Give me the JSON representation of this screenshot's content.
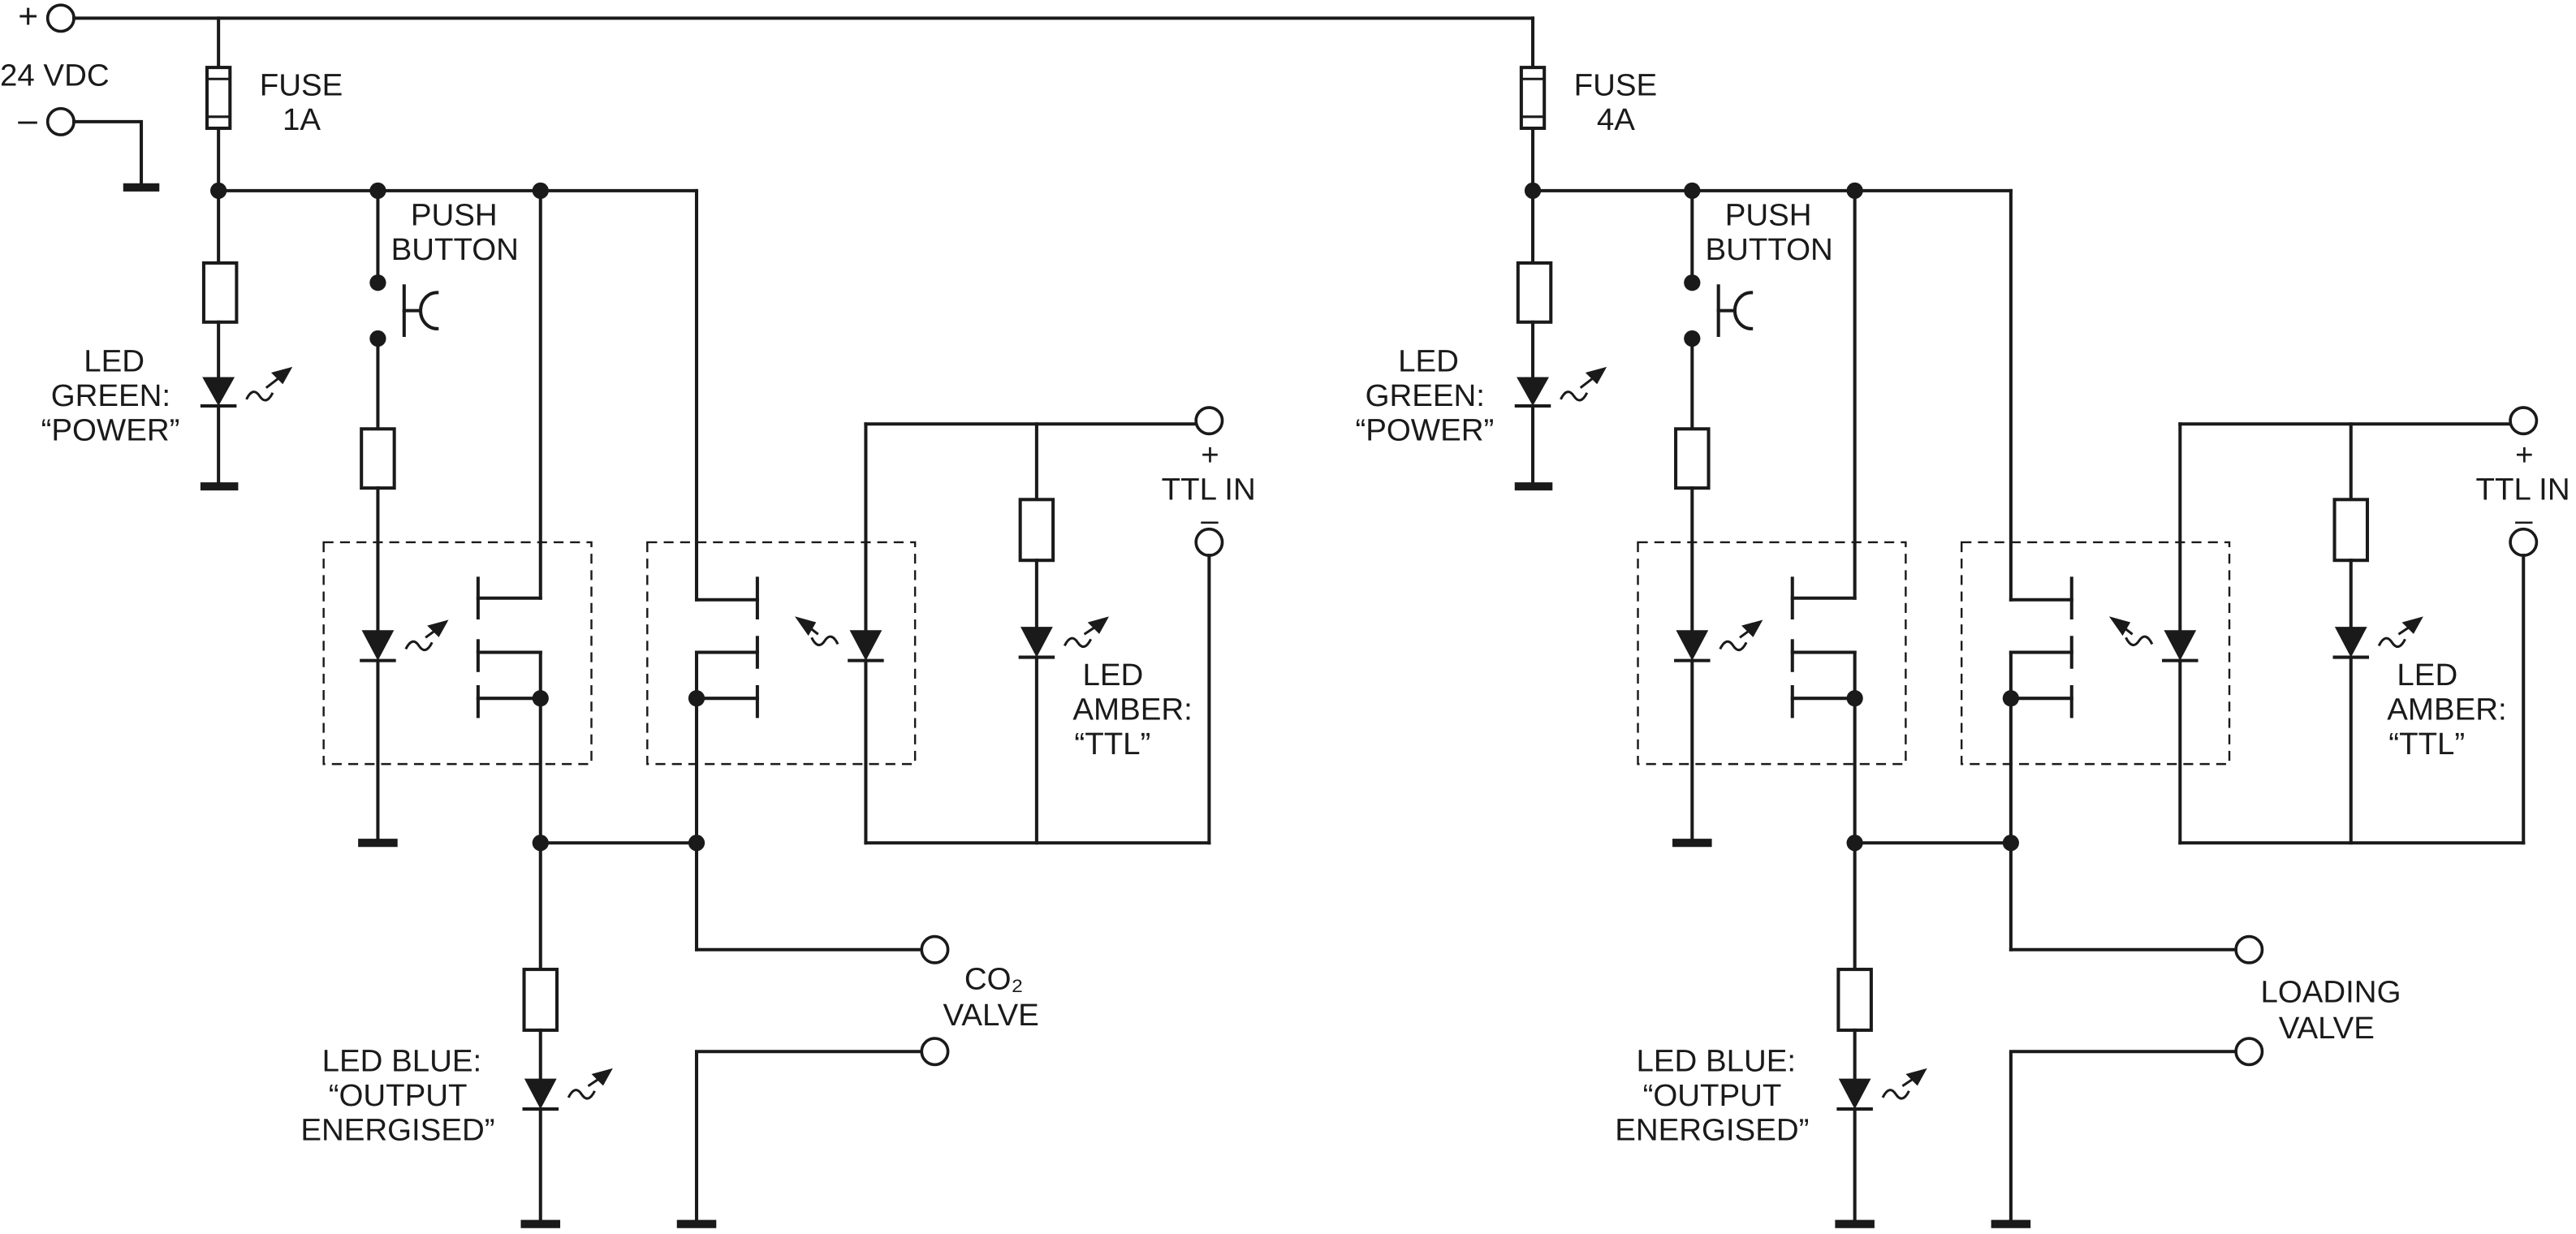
{
  "supply": {
    "plus": "+",
    "voltage": "24 VDC",
    "minus": "–"
  },
  "circuits": [
    {
      "fuse": [
        "FUSE",
        "1A"
      ],
      "push_button": [
        "PUSH",
        "BUTTON"
      ],
      "led_power": [
        "LED",
        "GREEN:",
        "“POWER”"
      ],
      "led_ttl": [
        "LED",
        "AMBER:",
        "“TTL”"
      ],
      "ttl_plus": "+",
      "ttl_in": "TTL IN",
      "ttl_minus": "–",
      "led_output": [
        "LED BLUE:",
        "“OUTPUT",
        "ENERGISED”"
      ],
      "valve": [
        "CO₂",
        "VALVE"
      ]
    },
    {
      "fuse": [
        "FUSE",
        "4A"
      ],
      "push_button": [
        "PUSH",
        "BUTTON"
      ],
      "led_power": [
        "LED",
        "GREEN:",
        "“POWER”"
      ],
      "led_ttl": [
        "LED",
        "AMBER:",
        "“TTL”"
      ],
      "ttl_plus": "+",
      "ttl_in": "TTL IN",
      "ttl_minus": "–",
      "led_output": [
        "LED BLUE:",
        "“OUTPUT",
        "ENERGISED”"
      ],
      "valve": [
        "LOADING",
        "VALVE"
      ]
    }
  ]
}
